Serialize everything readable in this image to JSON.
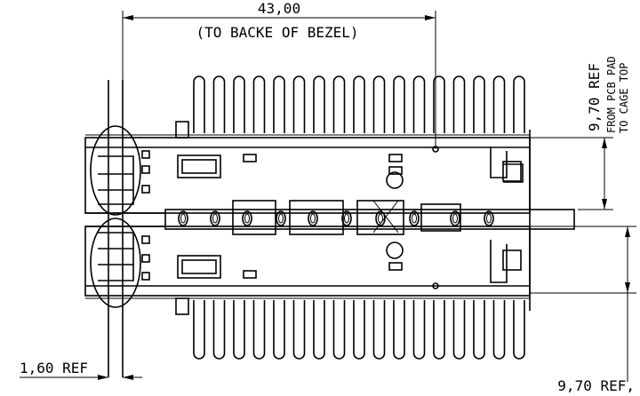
{
  "dimensions": {
    "top_width": {
      "value": "43,00",
      "note": "(TO BACKE  OF BEZEL)"
    },
    "right_upper": {
      "value": "9,70 REF",
      "note_line1": "FROM PCB PAD",
      "note_line2": "TO CAGE TOP"
    },
    "bottom_left": {
      "value": "1,60 REF"
    },
    "bottom_right": {
      "value": "9,70 REF,"
    }
  },
  "drawing": {
    "kind": "stacked cage top view",
    "fins_per_side": 17,
    "line_color": "#000000",
    "background": "#ffffff"
  }
}
